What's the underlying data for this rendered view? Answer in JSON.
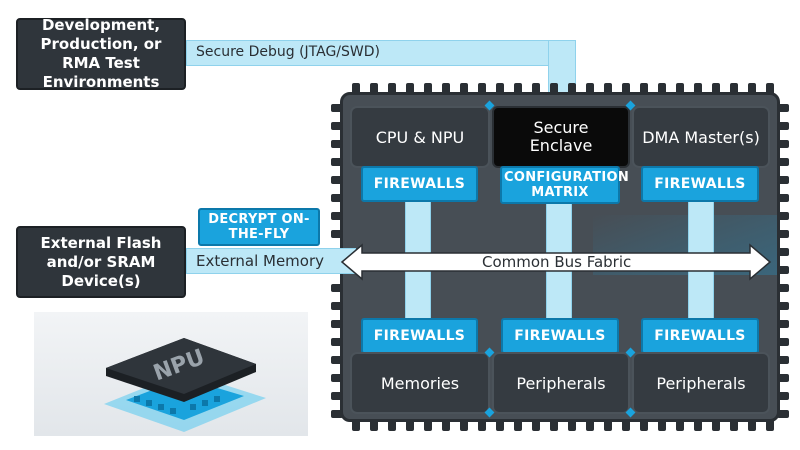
{
  "dev_env_box": {
    "text": "Development, Production, or RMA Test Environments"
  },
  "secure_debug_label": "Secure Debug (JTAG/SWD)",
  "external_flash_box": {
    "text": "External Flash and/or SRAM Device(s)"
  },
  "decrypt_label": "DECRYPT ON-THE-FLY",
  "external_memory_label": "External Memory",
  "bus_label": "Common Bus Fabric",
  "top_row": {
    "cpu": "CPU & NPU",
    "enclave": "Secure Enclave",
    "dma": "DMA Master(s)"
  },
  "top_firewalls": {
    "left": "FIREWALLS",
    "center": "CONFIGURATION MATRIX",
    "right": "FIREWALLS"
  },
  "bottom_firewalls": {
    "left": "FIREWALLS",
    "center": "FIREWALLS",
    "right": "FIREWALLS"
  },
  "bottom_row": {
    "left": "Memories",
    "center": "Peripherals",
    "right": "Peripherals"
  },
  "npu_chip_label": "NPU",
  "colors": {
    "accent_blue": "#1aa3dd",
    "light_blue": "#bde8f7",
    "dark_box": "#2f353b",
    "chip_body": "#474e55"
  }
}
